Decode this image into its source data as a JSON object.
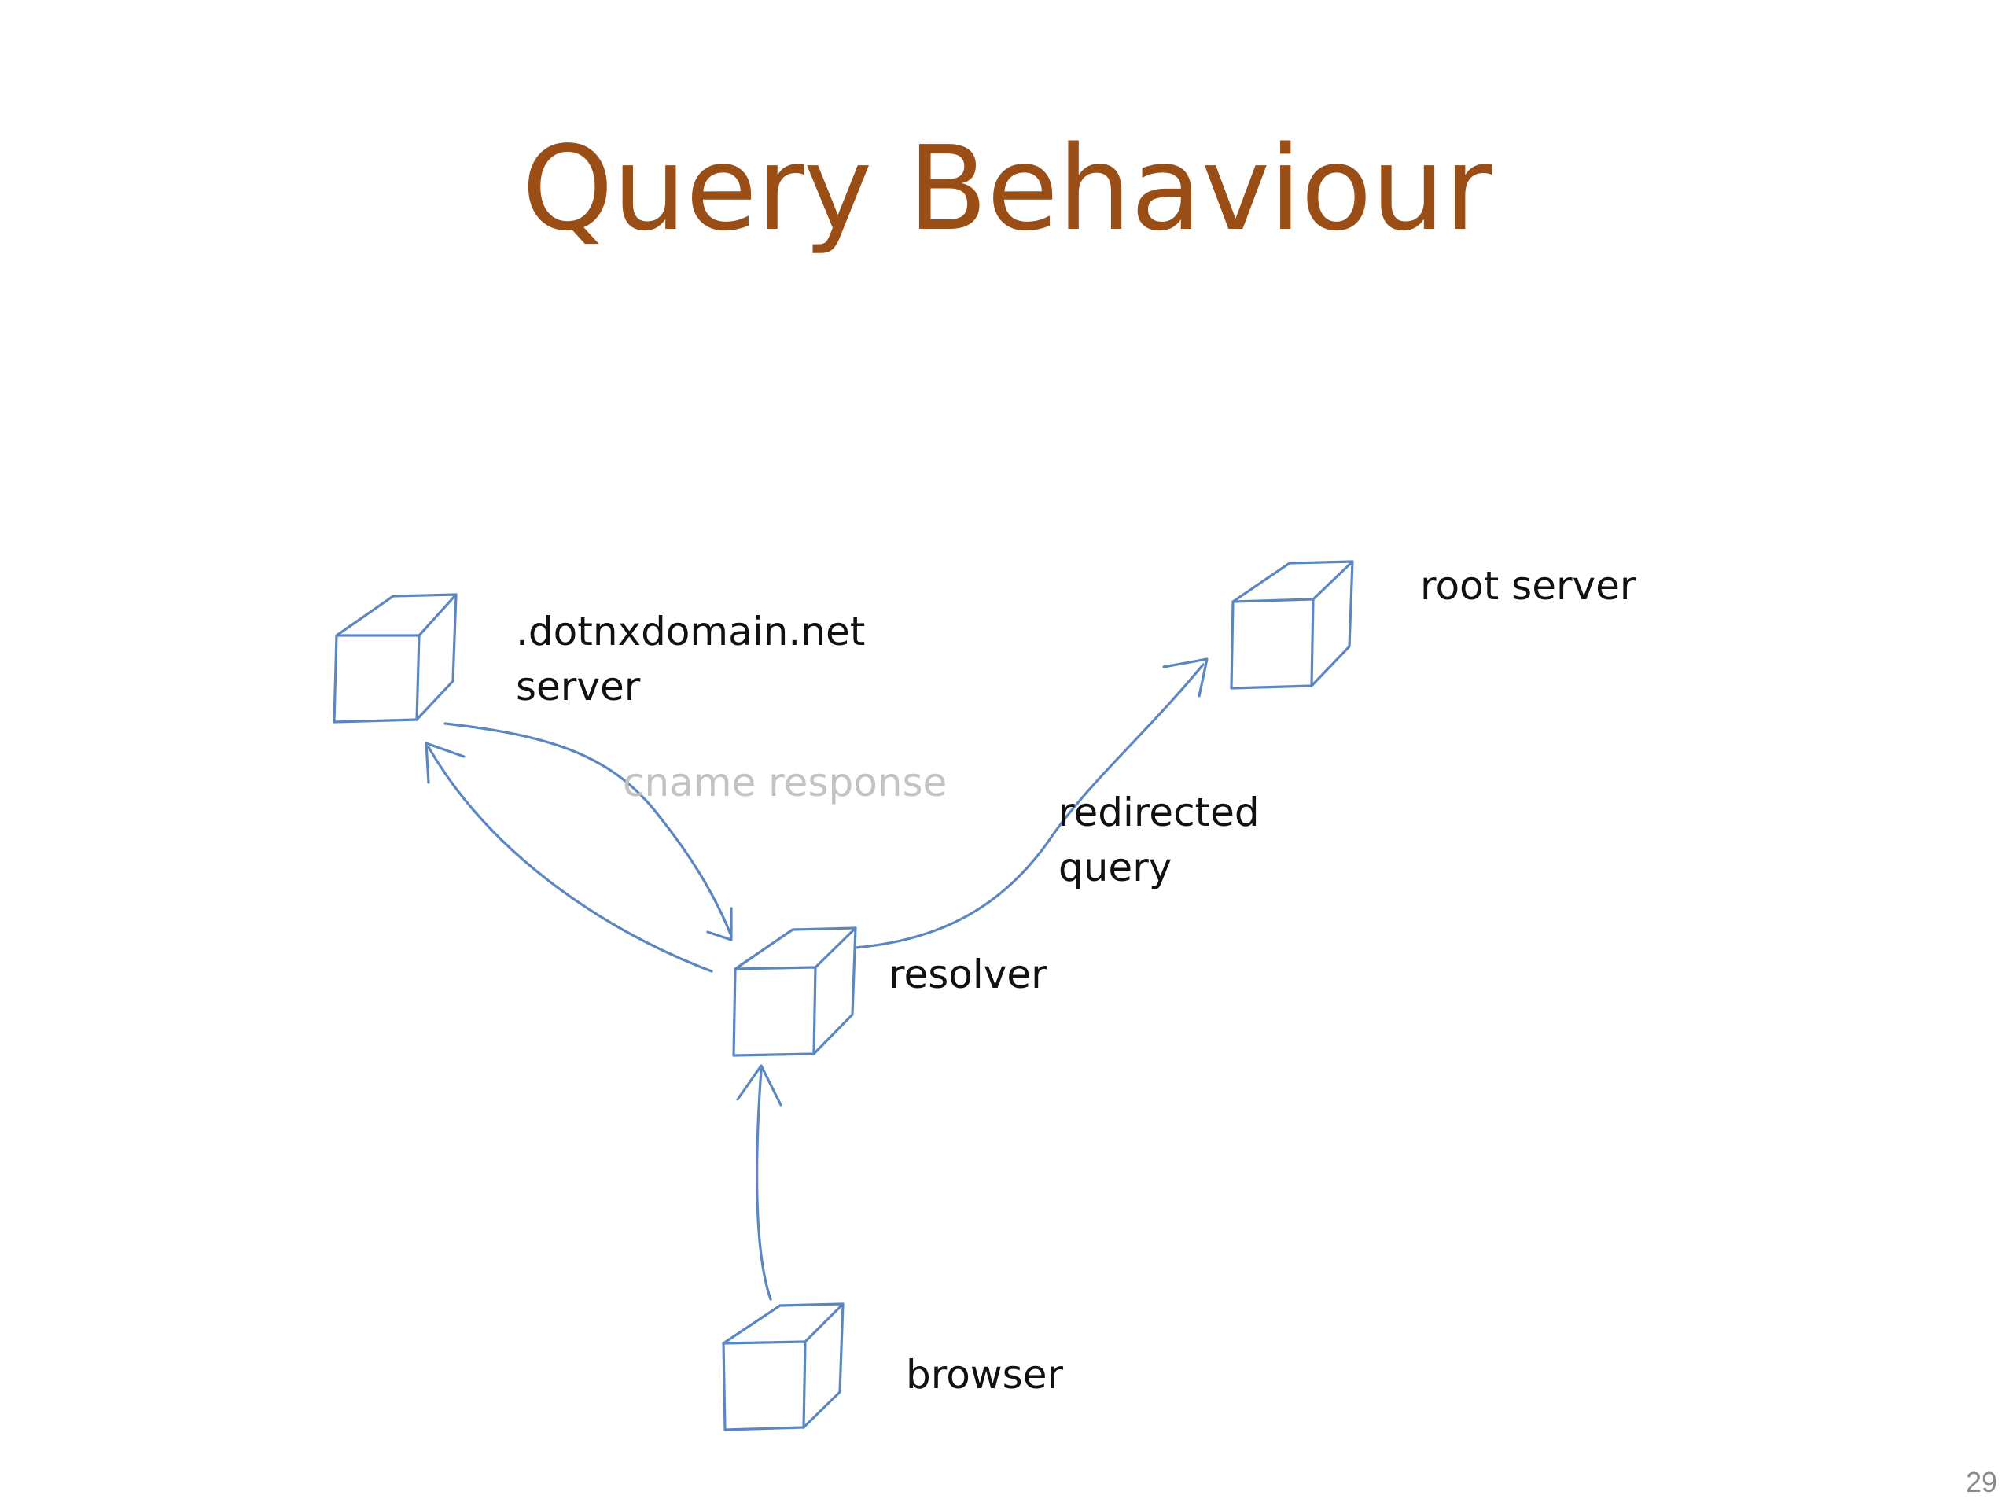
{
  "slide": {
    "title": "Query Behaviour",
    "page_number": "29"
  },
  "diagram": {
    "nodes": {
      "dotnx_server_line1": ".dotnxdomain.net",
      "dotnx_server_line2": "server",
      "root_server": "root server",
      "resolver": "resolver",
      "browser": "browser"
    },
    "edges": {
      "cname_response": "cname response",
      "redirected_query_line1": "redirected",
      "redirected_query_line2": "query"
    },
    "colors": {
      "stroke": "#5b86c4",
      "title": "#9a4d14",
      "muted_label": "#c3c3c3"
    }
  }
}
